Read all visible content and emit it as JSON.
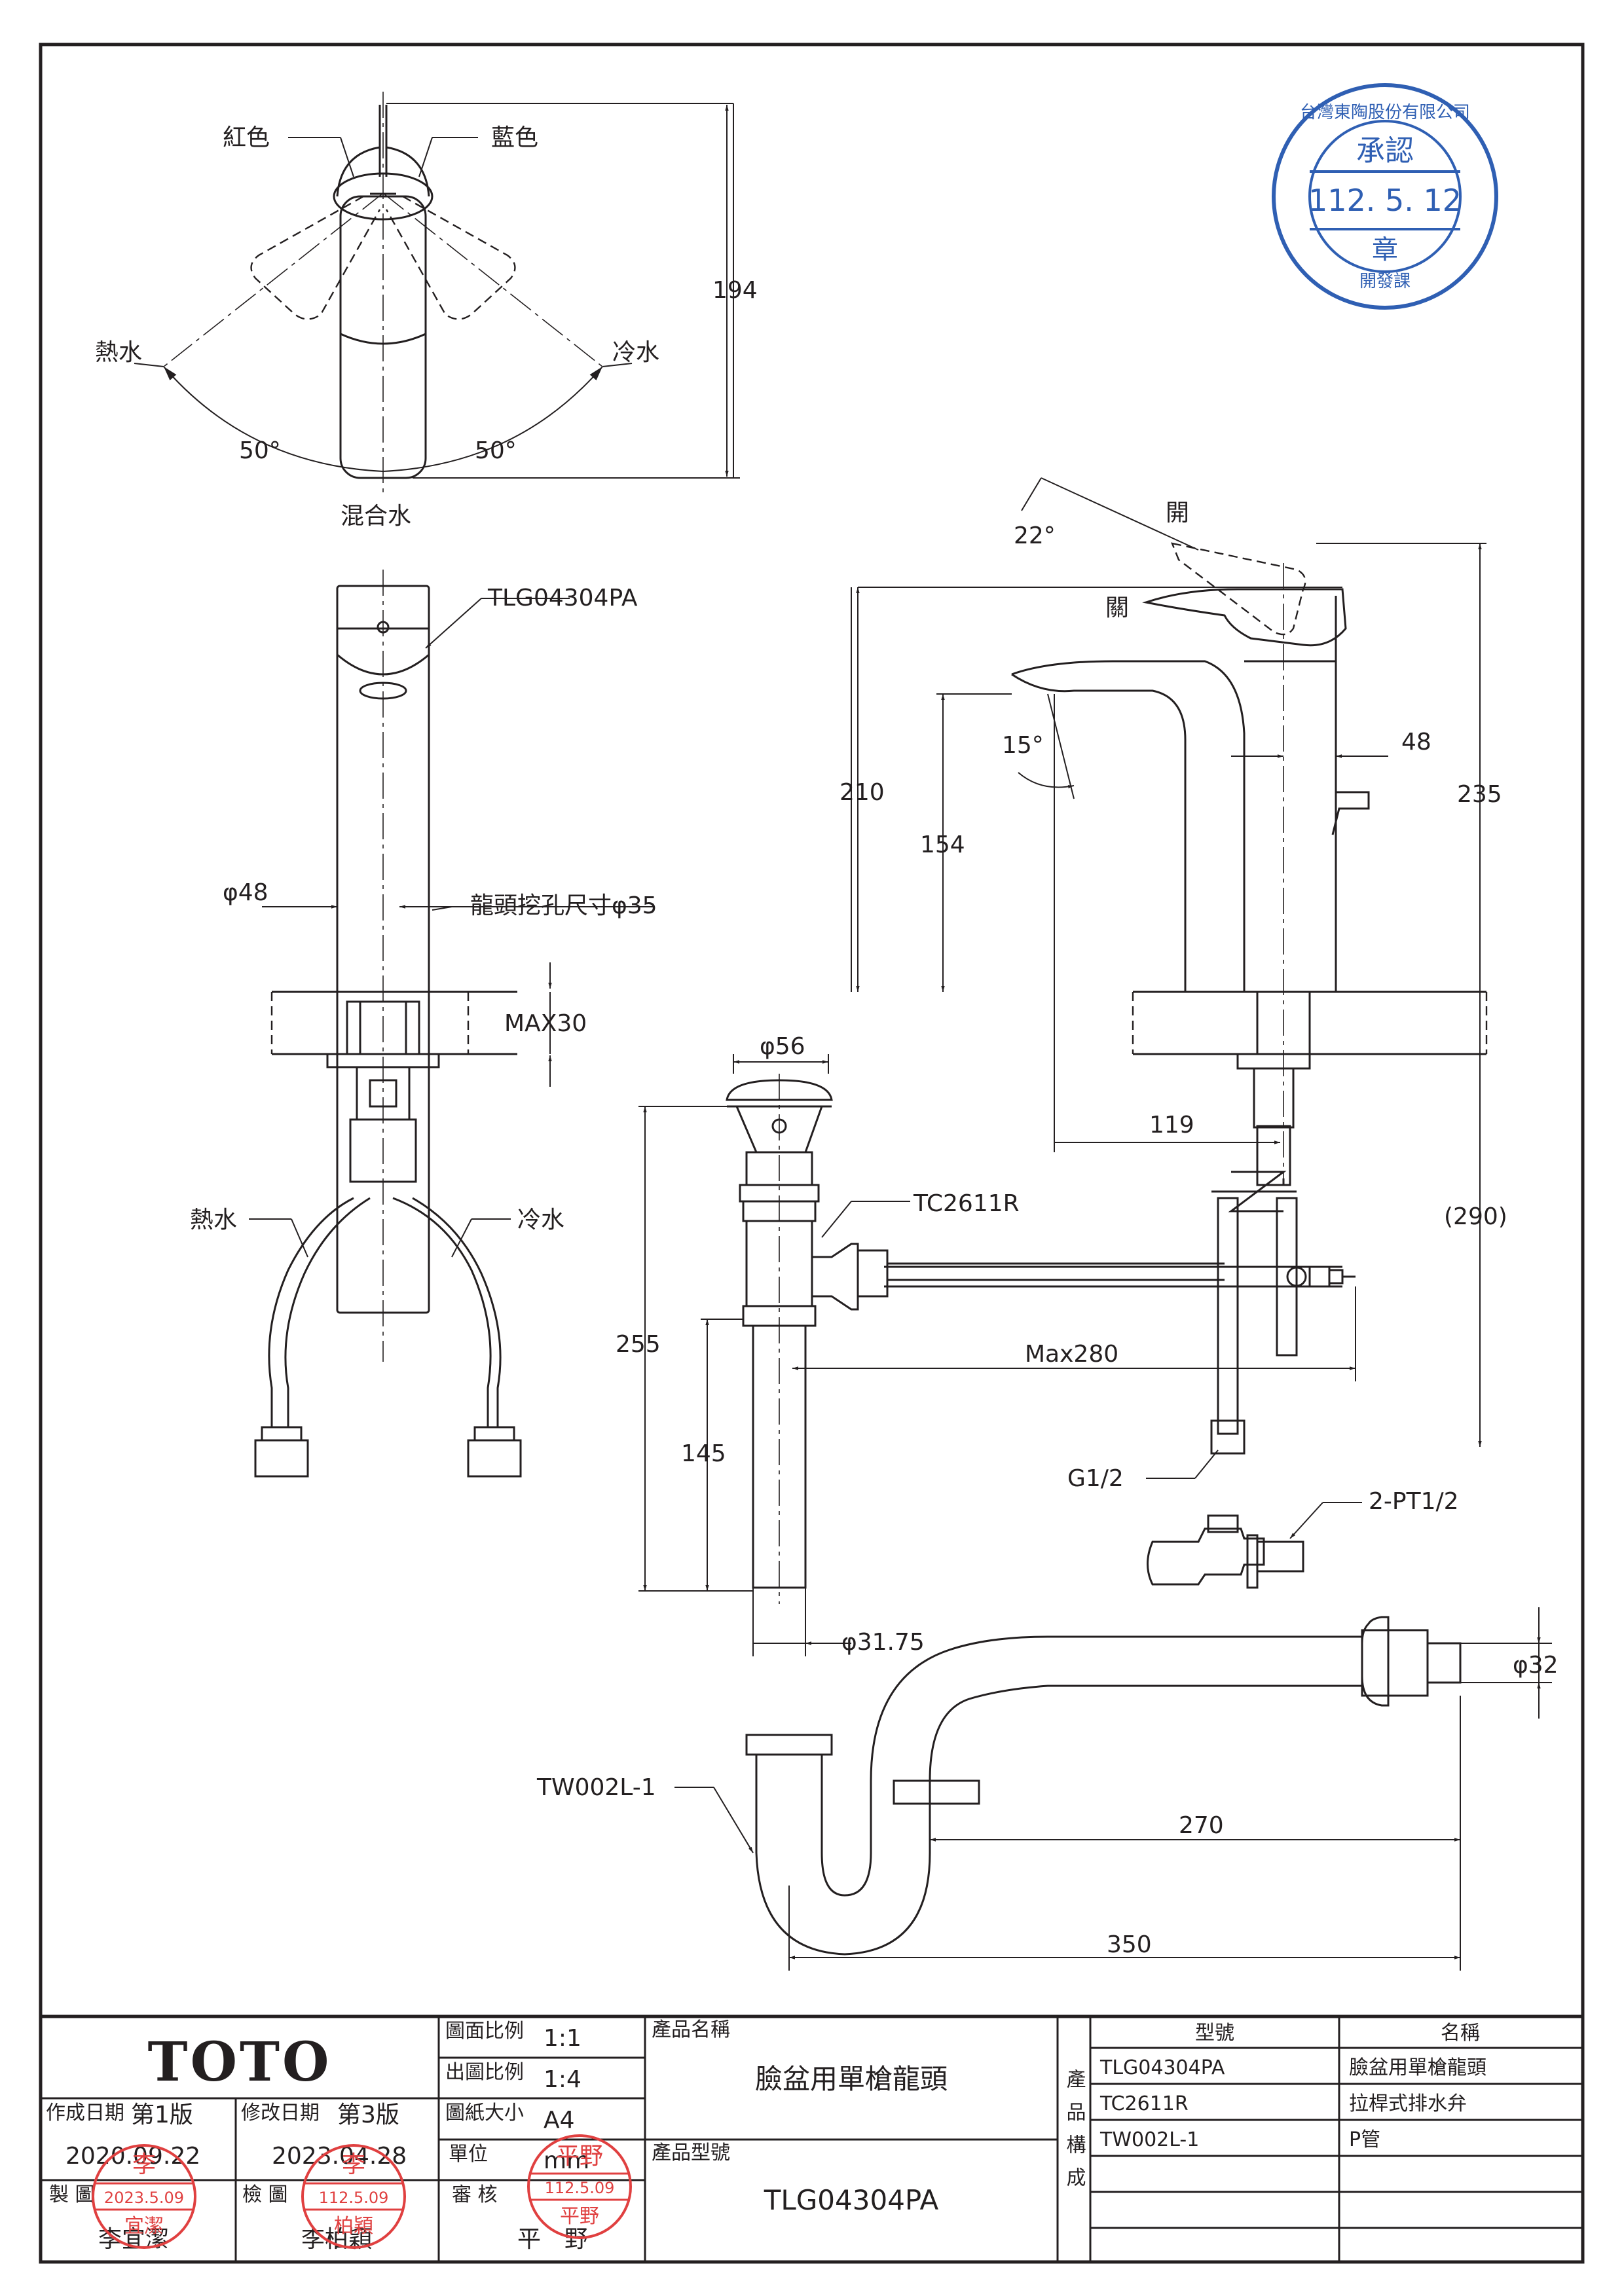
{
  "labels": {
    "red": "紅色",
    "blue": "藍色",
    "hot_water": "熱水",
    "cold_water": "冷水",
    "angle_left": "50°",
    "angle_right": "50°",
    "mixed_water": "混合水",
    "height_194": "194",
    "model_faucet": "TLG04304PA",
    "dia_48": "φ48",
    "hole_size": "龍頭挖孔尺寸φ35",
    "max30": "MAX30",
    "hot_water_2": "熱水",
    "cold_water_2": "冷水",
    "angle_22": "22°",
    "open": "開",
    "close": "關",
    "dim_210": "210",
    "dim_154": "154",
    "angle_15": "15°",
    "dim_48": "48",
    "dim_235": "235",
    "dim_119": "119",
    "dim_290": "(290)",
    "dia_56": "φ56",
    "tc2611r": "TC2611R",
    "dim_255": "255",
    "dim_145": "145",
    "max280": "Max280",
    "g12": "G1/2",
    "pt12": "2-PT1/2",
    "dia_3175": "φ31.75",
    "dia_32": "φ32",
    "tw002l": "TW002L-1",
    "dim_270": "270",
    "dim_350": "350"
  },
  "approval_stamp": {
    "company": "台灣東陶股份有限公司",
    "title": "承認",
    "date": "112. 5. 12",
    "seal": "章",
    "dept": "開發課"
  },
  "title_block": {
    "brand": "TOTO",
    "scale_label": "圖面比例",
    "scale_value": "1:1",
    "out_scale_label": "出圖比例",
    "out_scale_value": "1:4",
    "paper_label": "圖紙大小",
    "paper_value": "A4",
    "unit_label": "單位",
    "unit_value": "mm",
    "review_label": "審 核",
    "review_name": "平　野",
    "created_label": "作成日期",
    "created_version": "第1版",
    "created_date": "2020.09.22",
    "modified_label": "修改日期",
    "modified_version": "第3版",
    "modified_date": "2023.04.28",
    "drawn_label": "製 圖",
    "drawn_name": "李宜潔",
    "checked_label": "檢 圖",
    "checked_name": "李柏穎",
    "product_name_label": "產品名稱",
    "product_name": "臉盆用單槍龍頭",
    "product_model_label": "產品型號",
    "product_model": "TLG04304PA",
    "composition_label": "產品構成",
    "col_model": "型號",
    "col_name": "名稱",
    "components": [
      {
        "model": "TLG04304PA",
        "name": "臉盆用單槍龍頭"
      },
      {
        "model": "TC2611R",
        "name": "拉桿式排水弁"
      },
      {
        "model": "TW002L-1",
        "name": "P管"
      },
      {
        "model": "",
        "name": ""
      },
      {
        "model": "",
        "name": ""
      }
    ]
  },
  "signature_stamps": {
    "drawn": {
      "name": "李",
      "date": "2023.5.09",
      "sub": "宜潔"
    },
    "checked": {
      "name": "李",
      "date": "112.5.09",
      "sub": "柏穎"
    },
    "review": {
      "name": "平野",
      "date": "112.5.09",
      "sub": "平野"
    }
  },
  "colors": {
    "ink": "#231f20",
    "stamp_blue": "#2f5fb3",
    "stamp_red": "#e04040"
  }
}
